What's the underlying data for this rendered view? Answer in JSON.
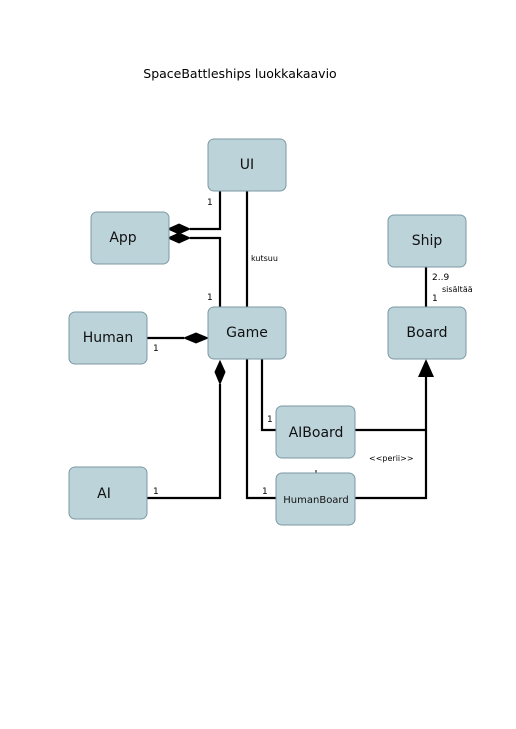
{
  "title": "SpaceBattleships luokkakaavio",
  "classes": {
    "ui": "UI",
    "app": "App",
    "ship": "Ship",
    "human": "Human",
    "game": "Game",
    "board": "Board",
    "aiboard": "AIBoard",
    "ai": "AI",
    "humanboard": "HumanBoard"
  },
  "labels": {
    "ui_app_mult": "1",
    "game_app_mult": "1",
    "kutsuu": "kutsuu",
    "ship_mult": "2..9",
    "sisaltaa": "sisältää",
    "board_mult": "1",
    "human_mult": "1",
    "aiboard_mult": "1",
    "perii": "<<perii>>",
    "ai_mult": "1",
    "humanboard_mult": "1"
  }
}
